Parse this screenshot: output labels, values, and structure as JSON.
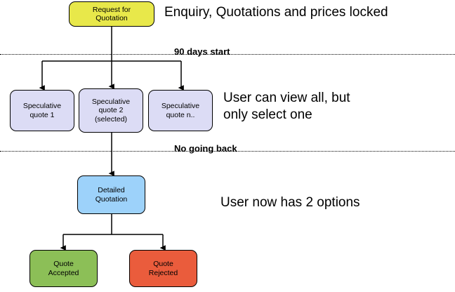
{
  "diagram": {
    "title_text": "Enquiry, Quotations and prices locked",
    "nodes": {
      "request_for_quotation": "Request for\nQuotation",
      "speculative_quote_1": "Speculative\nquote 1",
      "speculative_quote_2": "Speculative\nquote 2\n(selected)",
      "speculative_quote_n": "Speculative\nquote n..",
      "detailed_quotation": "Detailed\nQuotation",
      "quote_accepted": "Quote\nAccepted",
      "quote_rejected": "Quote\nRejected"
    },
    "dividers": [
      {
        "label": "90 days start"
      },
      {
        "label": "No going back"
      }
    ],
    "annotations": [
      "Enquiry, Quotations and prices locked",
      "User can view all, but\nonly select one",
      "User now has 2 options"
    ],
    "colors": {
      "request_for_quotation": "#e8e84a",
      "speculative_quote": "#dcdcf5",
      "detailed_quotation": "#9dd2fa",
      "quote_accepted": "#8cbf57",
      "quote_rejected": "#ea5c3c",
      "stroke": "#000000",
      "background": "#ffffff"
    }
  }
}
